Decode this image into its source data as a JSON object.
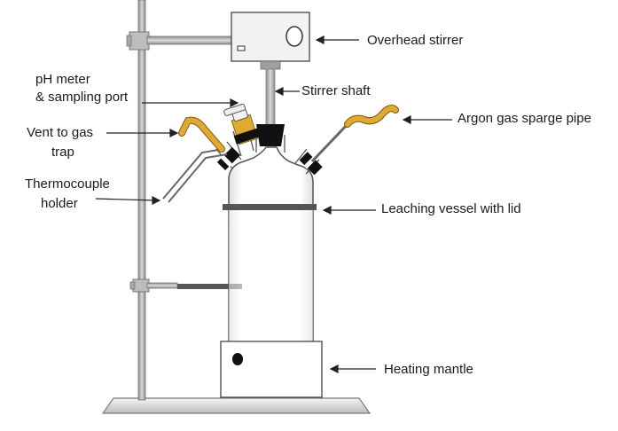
{
  "labels": {
    "overhead_stirrer": "Overhead stirrer",
    "ph_meter_line1": "pH meter",
    "ph_meter_line2": "& sampling port",
    "stirrer_shaft": "Stirrer shaft",
    "argon_pipe": "Argon gas sparge pipe",
    "vent_line1": "Vent to gas",
    "vent_line2": "trap",
    "thermocouple_line1": "Thermocouple",
    "thermocouple_line2": "holder",
    "leaching_vessel": "Leaching vessel with lid",
    "heating_mantle": "Heating mantle"
  },
  "colors": {
    "tube_yellow": "#e0aa32",
    "stopper_black": "#111111",
    "stand_grey": "#9a9a9a",
    "clamp_dark": "#555555"
  }
}
